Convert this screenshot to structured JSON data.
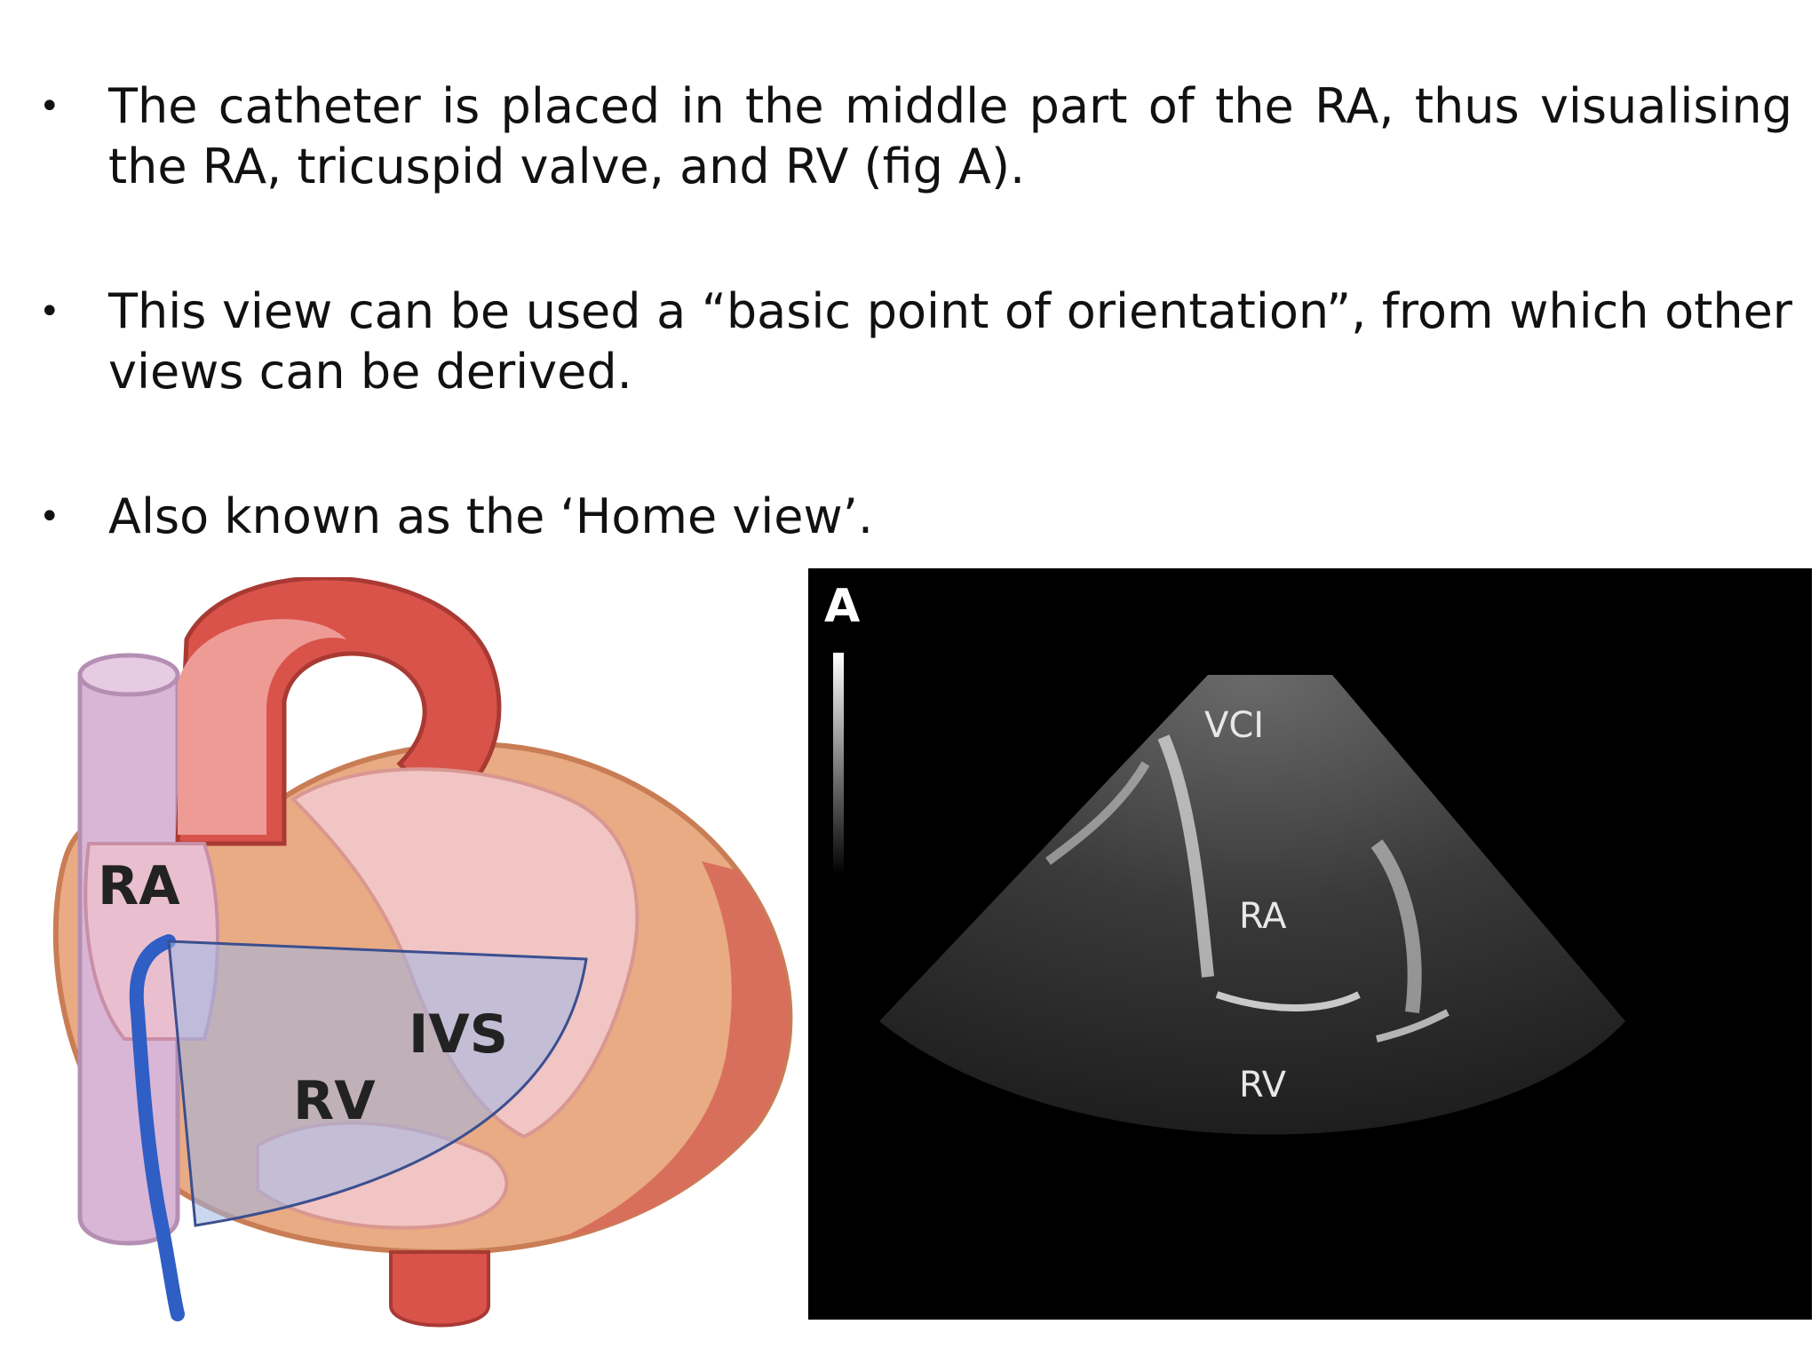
{
  "bullets": [
    {
      "text": "The catheter is placed in the middle part of the RA, thus visualising the RA, tricuspid valve, and RV (fig A)."
    },
    {
      "text": "This view can be used a “basic point of orientation”, from which other views can be derived."
    },
    {
      "text": "Also known as the ‘Home view’."
    }
  ],
  "heart_diagram": {
    "labels": {
      "ra": "RA",
      "ivs": "IVS",
      "rv": "RV"
    }
  },
  "ice_image": {
    "panel_letter": "A",
    "labels": {
      "vci": "VCI",
      "ra": "RA",
      "rv": "RV"
    }
  },
  "colors": {
    "text": "#111111",
    "aorta": "#d9534a",
    "heart_outer": "#e9ab84",
    "heart_inner": "#f1c5c3",
    "vena_cava": "#d9b6d6",
    "catheter": "#2f5ec4",
    "sector_overlay": "#9fb7e6",
    "ultrasound_bg": "#000000"
  }
}
